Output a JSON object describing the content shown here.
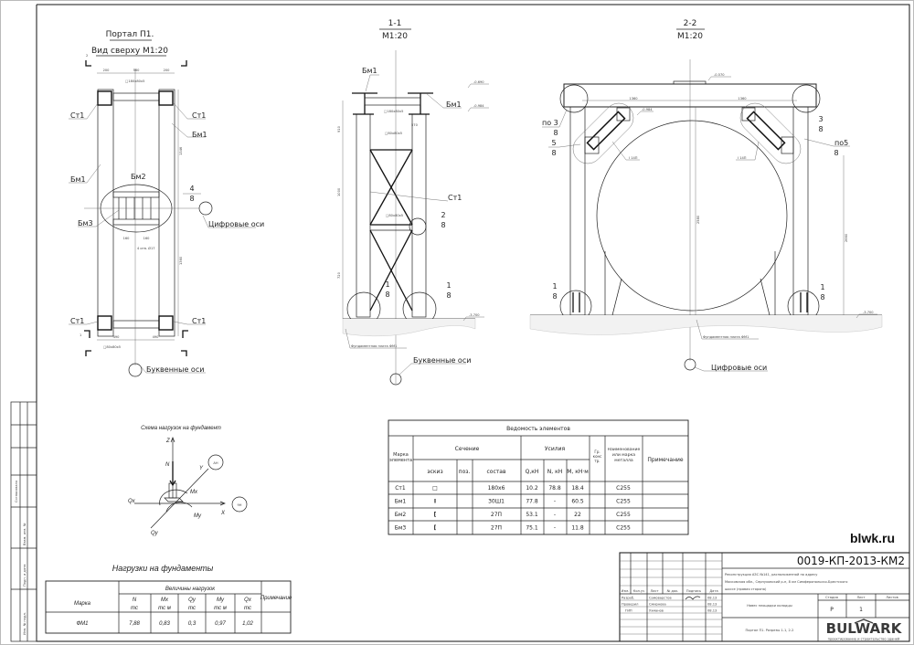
{
  "top_view": {
    "title": "Портал П1.",
    "subtitle": "Вид сверху М1:20",
    "labels": {
      "st1_a": "Ст1",
      "st1_b": "Ст1",
      "st1_c": "Ст1",
      "st1_d": "Ст1",
      "bm1_a": "Бм1",
      "bm1_b": "Бм1",
      "bm2": "Бм2",
      "bm3": "Бм3",
      "node_num": "4",
      "node_sheet": "8",
      "tube_top": "□180х80х5",
      "tube_bottom": "□80х80х5",
      "bolts": "4 отв. Ø17"
    },
    "dims": {
      "d200a": "200",
      "d560": "560",
      "d200b": "200",
      "d1346": "1346",
      "d1360": "1360",
      "d490a": "490",
      "d490b": "490",
      "d160a": "160",
      "d160b": "160"
    },
    "section_marks": {
      "s1": "1",
      "s2": "2"
    },
    "axis_digital": "Цифровые оси",
    "axis_letter": "Буквенные оси"
  },
  "section_11": {
    "title": "1-1",
    "scale": "М1:20",
    "labels": {
      "bm1_a": "Бм1",
      "bm1_b": "Бм1",
      "st1": "Ст1",
      "n2": "2",
      "n2s": "8",
      "n1a": "1",
      "n1as": "8",
      "n1b": "1",
      "n1bs": "8",
      "tube1": "□180х80х5",
      "tube2": "□80х80х5",
      "tube3": "□80х80х5",
      "foundation": "Фундаментная плита ФМ1"
    },
    "elevations": {
      "e1": "-0.690",
      "e2": "-0.984",
      "e3": "-3.700"
    },
    "dims": {
      "d910": "910",
      "d1000": "1000",
      "d720": "720",
      "d570": "570"
    },
    "axis_letter": "Буквенные оси"
  },
  "section_22": {
    "title": "2-2",
    "scale": "М1:20",
    "labels": {
      "po3": "по 3",
      "po3s": "8",
      "n5": "5",
      "n5s": "8",
      "n3": "3",
      "n3s": "8",
      "po5": "по5",
      "po5s": "8",
      "n1a": "1",
      "n1as": "8",
      "n1b": "1",
      "n1bs": "8",
      "i14a": "I 14П",
      "i14b": "I 14П",
      "foundation": "Фундаментная плита ФМ1"
    },
    "elevations": {
      "e1": "-0.570",
      "e2": "-0.984",
      "e3": "-3.700"
    },
    "dims": {
      "d1360a": "1360",
      "d1360b": "1360",
      "d2580": "2580",
      "d2660": "2660"
    },
    "axis_digital": "Цифровые оси"
  },
  "load_scheme": {
    "title": "Схема нагрузок на фундамент",
    "labels": {
      "z": "Z",
      "n": "N",
      "y": "Y",
      "ah": "АН",
      "mx": "Mx",
      "qx": "Qx",
      "my": "My",
      "x": "X",
      "h9": "9Н",
      "qy": "Qy"
    }
  },
  "elements_table": {
    "title": "Ведомость элементов",
    "headers": {
      "mark": "Марка элемента",
      "section": "Сечение",
      "forces": "Усилия",
      "group": "Гр. конс тр.",
      "steel": "Наименование или марка металла",
      "note": "Примечание",
      "sketch": "эскиз",
      "pos": "поз.",
      "comp": "состав",
      "q": "Q,кН",
      "n": "N, кН",
      "m": "M, кН·м"
    },
    "rows": [
      {
        "mark": "Ст1",
        "sketch": "□",
        "pos": "",
        "comp": "180х6",
        "q": "10.2",
        "n": "78.8",
        "m": "18.4",
        "group": "",
        "steel": "С255",
        "note": ""
      },
      {
        "mark": "Бм1",
        "sketch": "I",
        "pos": "",
        "comp": "30Ш1",
        "q": "77.8",
        "n": "-",
        "m": "60.5",
        "group": "",
        "steel": "С255",
        "note": ""
      },
      {
        "mark": "Бм2",
        "sketch": "[",
        "pos": "",
        "comp": "27П",
        "q": "53.1",
        "n": "-",
        "m": "22",
        "group": "",
        "steel": "С255",
        "note": ""
      },
      {
        "mark": "Бм3",
        "sketch": "[",
        "pos": "",
        "comp": "27П",
        "q": "75.1",
        "n": "-",
        "m": "11.8",
        "group": "",
        "steel": "С255",
        "note": ""
      }
    ]
  },
  "loads_table": {
    "title": "Нагрузки на фундаменты",
    "headers": {
      "mark": "Марка",
      "values": "Величины нагрузок",
      "note": "Примечание",
      "n": "N",
      "n_u": "тс",
      "mx": "Mx",
      "mx_u": "тс м",
      "qy": "Qy",
      "qy_u": "тс",
      "my": "My",
      "my_u": "тс м",
      "qx": "Qx",
      "qx_u": "тс"
    },
    "rows": [
      {
        "mark": "ФМ1",
        "n": "7,88",
        "mx": "0,83",
        "qy": "0,3",
        "my": "0,97",
        "qx": "1,02",
        "note": ""
      }
    ]
  },
  "side_stamp": {
    "agreed": "Согласовано",
    "replace": "Взам. инв. №",
    "sign_date": "Подп. и дата",
    "inv": "Инв. № подл."
  },
  "watermark": "blwk.ru",
  "title_block": {
    "code": "0019-КП-2013-КМ2",
    "project_1": "Реконструкция АЗС №141, расположенной по адресу",
    "project_2": "Московская обл., Серпуховский р-н, 8 км Симферопольско-Брестского",
    "project_3": "шоссе (правая сторона)",
    "headers": {
      "izm": "Изм.",
      "kol": "Кол.уч",
      "list": "Лист",
      "doc": "№ док.",
      "sign": "Подпись",
      "date": "Дата"
    },
    "people": [
      {
        "role": "Разраб.",
        "name": "Самоварстов",
        "date": "08.13"
      },
      {
        "role": "Проверил",
        "name": "Смирнова",
        "date": "08.13"
      },
      {
        "role": "ГИП",
        "name": "Ухманов",
        "date": "08.13"
      }
    ],
    "object": "Навес площадки колодцы",
    "stage_label": "Стадия",
    "sheet_label": "Лист",
    "sheets_label": "Листов",
    "stage": "Р",
    "sheet": "1",
    "sheets": "",
    "drawing": "Портал П1. Разрезы 1-1, 2-2",
    "company": "BULWARK",
    "company_tagline": "проектирование и строительство зданий"
  }
}
